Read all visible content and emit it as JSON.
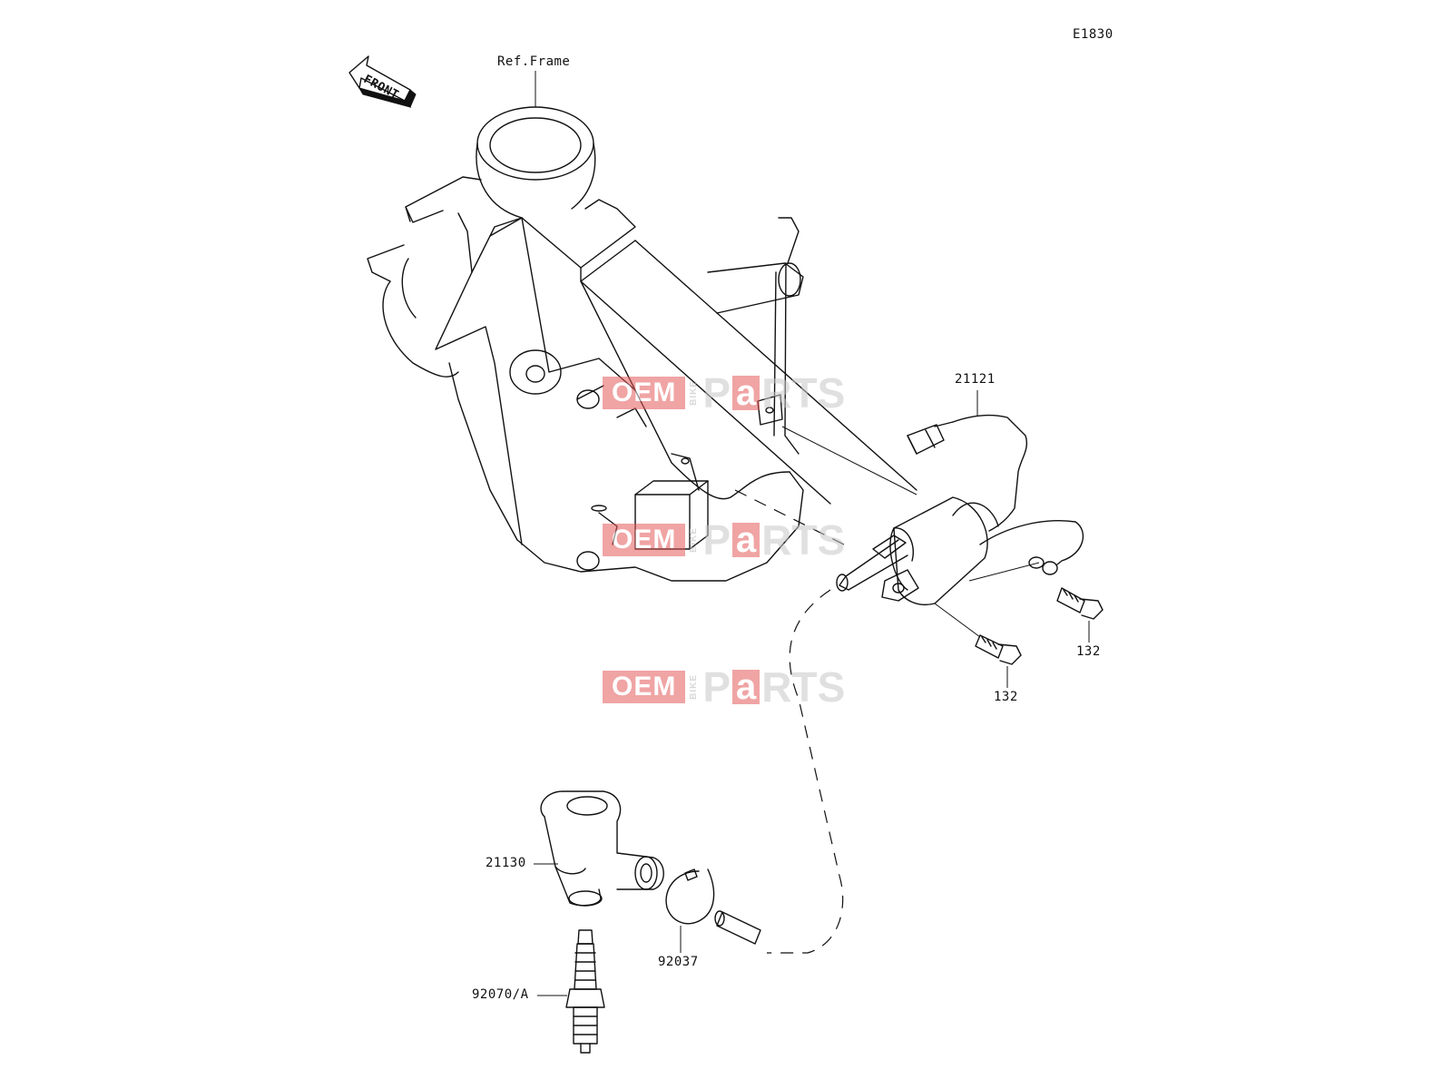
{
  "diagram_code": "E1830",
  "labels": {
    "ref_frame": "Ref.Frame",
    "front": "FRONT",
    "part_21121": "21121",
    "part_132_a": "132",
    "part_132_b": "132",
    "part_21130": "21130",
    "part_92037": "92037",
    "part_92070": "92070/A"
  },
  "watermark": {
    "oem": "OEM",
    "bike": "BIKE",
    "p": "P",
    "a": "a",
    "rts": "RTS"
  },
  "colors": {
    "line": "#111111",
    "watermark_red": "#e45a5a",
    "watermark_grey": "#c8c8c8"
  }
}
